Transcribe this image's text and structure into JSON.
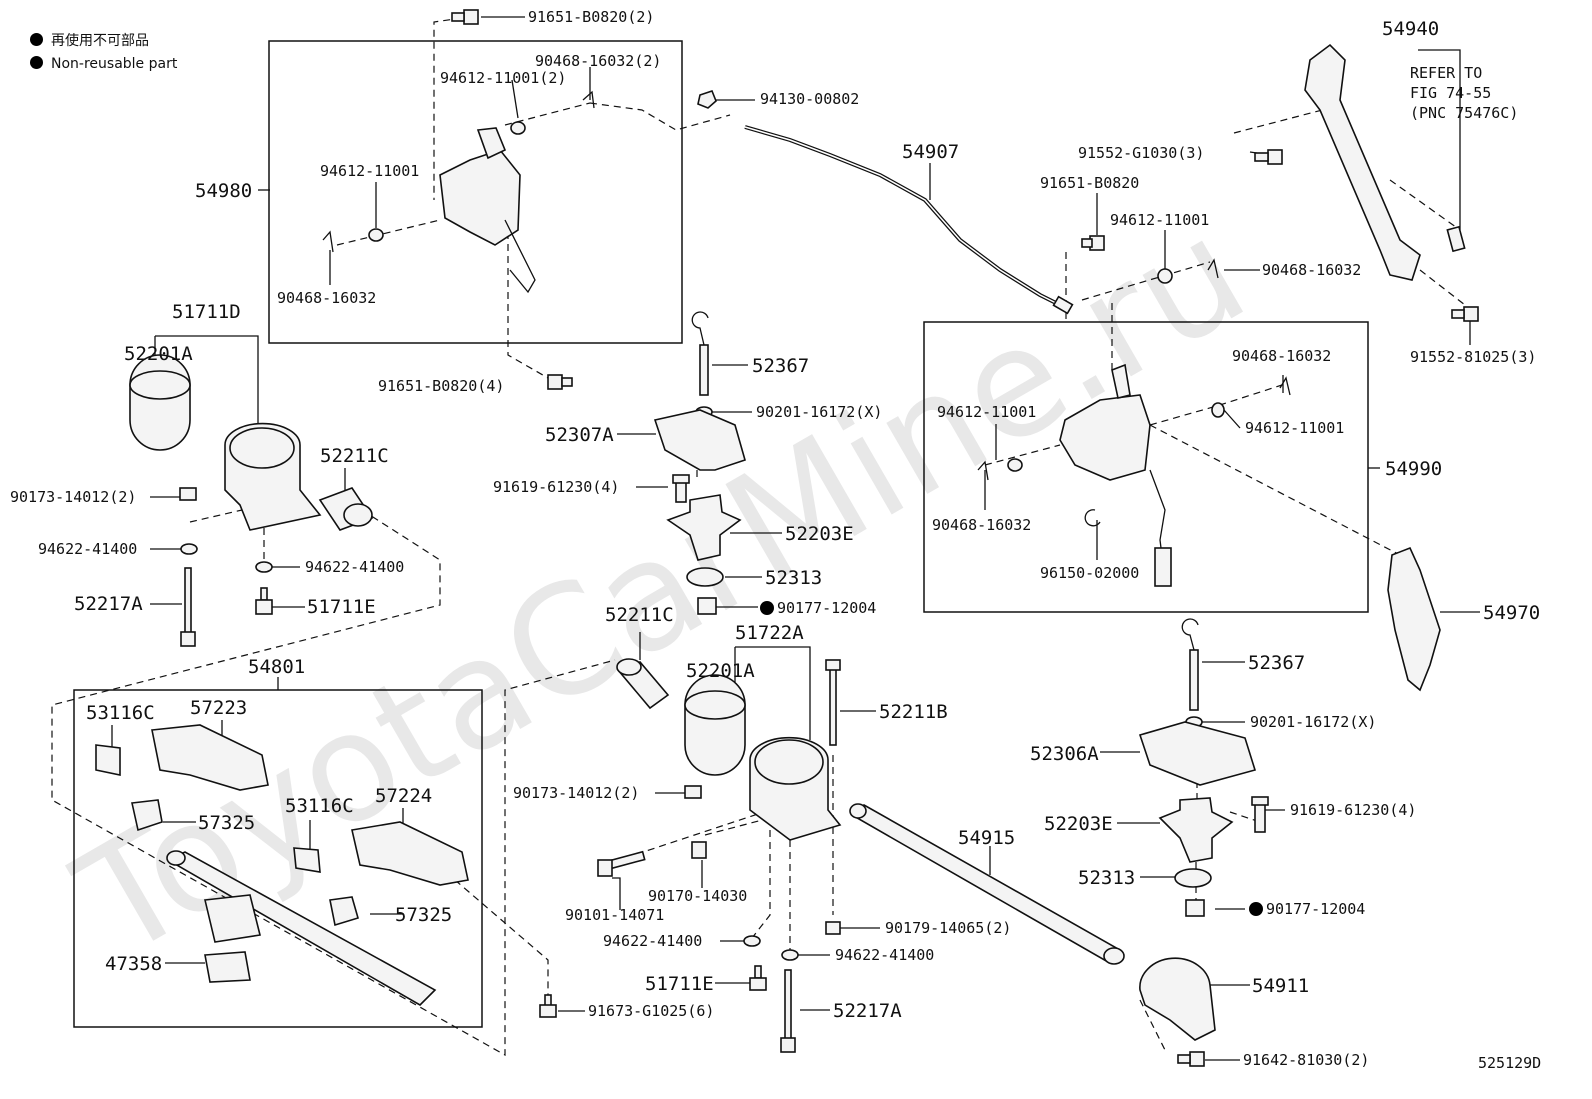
{
  "legend": {
    "jp": "再使用不可部品",
    "en": "Non-reusable part"
  },
  "watermark": "ToyotaCarMine.ru",
  "diagram_id": "525129D",
  "refer_note": [
    "REFER TO",
    "FIG 74-55",
    "(PNC 75476C)"
  ],
  "labels": {
    "l91651a": "91651-B0820(2)",
    "l90468a": "90468-16032(2)",
    "l94612a": "94612-11001(2)",
    "l94130": "94130-00802",
    "l54907": "54907",
    "l54940": "54940",
    "l91552a": "91552-G1030(3)",
    "l91651b": "91651-B0820",
    "l94612b": "94612-11001",
    "l90468b": "90468-16032",
    "l91552b": "91552-81025(3)",
    "l54980": "54980",
    "l94612c": "94612-11001",
    "l90468c": "90468-16032",
    "l91651c": "91651-B0820(4)",
    "l51711d": "51711D",
    "l52201a": "52201A",
    "l52211c": "52211C",
    "l90173a": "90173-14012(2)",
    "l94622a": "94622-41400",
    "l94622b": "94622-41400",
    "l52217a": "52217A",
    "l51711e": "51711E",
    "l52367a": "52367",
    "l90201a": "90201-16172(X)",
    "l52307a": "52307A",
    "l91619a": "91619-61230(4)",
    "l52203ea": "52203E",
    "l52313a": "52313",
    "l90177a": "90177-12004",
    "l90468d": "90468-16032",
    "l94612d": "94612-11001",
    "l94612e": "94612-11001",
    "l54990": "54990",
    "l90468e": "90468-16032",
    "l96150": "96150-02000",
    "l54970": "54970",
    "l52367b": "52367",
    "l90201b": "90201-16172(X)",
    "l52306a": "52306A",
    "l91619b": "91619-61230(4)",
    "l52203eb": "52203E",
    "l52313b": "52313",
    "l90177b": "90177-12004",
    "l54801": "54801",
    "l53116ca": "53116C",
    "l57223": "57223",
    "l57325a": "57325",
    "l53116cb": "53116C",
    "l57224": "57224",
    "l57325b": "57325",
    "l47358": "47358",
    "l91673": "91673-G1025(6)",
    "l52211cb": "52211C",
    "l51722a": "51722A",
    "l52201ab": "52201A",
    "l52211b": "52211B",
    "l90173b": "90173-14012(2)",
    "l90101": "90101-14071",
    "l90170": "90170-14030",
    "l94622c": "94622-41400",
    "l94622d": "94622-41400",
    "l90179": "90179-14065(2)",
    "l51711eb": "51711E",
    "l52217ab": "52217A",
    "l54915": "54915",
    "l54911": "54911",
    "l91642": "91642-81030(2)"
  }
}
